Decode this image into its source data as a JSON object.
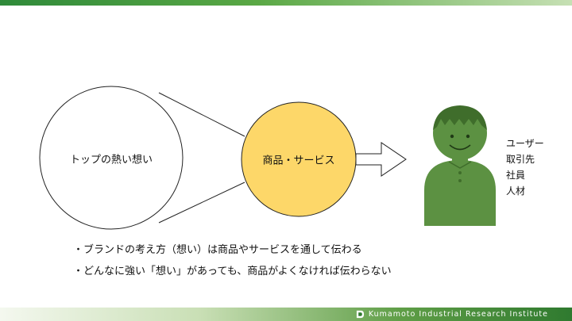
{
  "diagram": {
    "thoughts_label": "トップの熱い想い",
    "product_label": "商品・サービス",
    "audience": [
      "ユーザー",
      "取引先",
      "社員",
      "人材"
    ]
  },
  "bullets": [
    "・ブランドの考え方（想い）は商品やサービスを通して伝わる",
    "・どんなに強い「想い」があっても、商品がよくなければ伝わらない"
  ],
  "footer": {
    "brand": "Kumamoto Industrial Research Institute"
  },
  "colors": {
    "product_circle_fill": "#fdd769",
    "person_fill": "#5c9142",
    "accent_green": "#2f8a3a"
  }
}
